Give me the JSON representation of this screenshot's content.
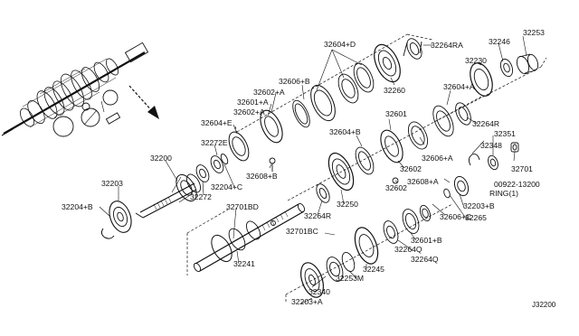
{
  "diagram_code": "J32200",
  "ring_note": "RING(1)",
  "part_labels": {
    "p32604_d": "32604+D",
    "p32264_ra": "32264RA",
    "p32246": "32246",
    "p32253": "32253",
    "p32230": "32230",
    "p32606_b": "32606+B",
    "p32602_a1": "32602+A",
    "p32601_a": "32601+A",
    "p32602_a2": "32602+A",
    "p32260": "32260",
    "p32604_a": "32604+A",
    "p32264_r1": "32264R",
    "p32604_e": "32604+E",
    "p32272_e": "32272E",
    "p32604_b": "32604+B",
    "p32601": "32601",
    "p32200": "32200",
    "p32348": "32348",
    "p32351": "32351",
    "p32608_b": "32608+B",
    "p32606_a": "32606+A",
    "p32701": "32701",
    "p32203": "32203",
    "p32204_c": "32204+C",
    "p32602_1": "32602",
    "p32602_2": "32602",
    "p32608_a": "32608+A",
    "p00922": "00922-13200",
    "p32272": "32272",
    "p32250": "32250",
    "p32203_b": "32203+B",
    "p32204_b": "32204+B",
    "p32701_bd": "32701BD",
    "p32265": "32265",
    "p32264_r2": "32264R",
    "p32606_c": "32606+C",
    "p32701_bc": "32701BC",
    "p32601_b": "32601+B",
    "p32264_q": "32264Q",
    "p32241": "32241",
    "p32245": "32245",
    "p32253_m": "32253M",
    "p32340": "32340",
    "p32203_a": "32203+A"
  }
}
